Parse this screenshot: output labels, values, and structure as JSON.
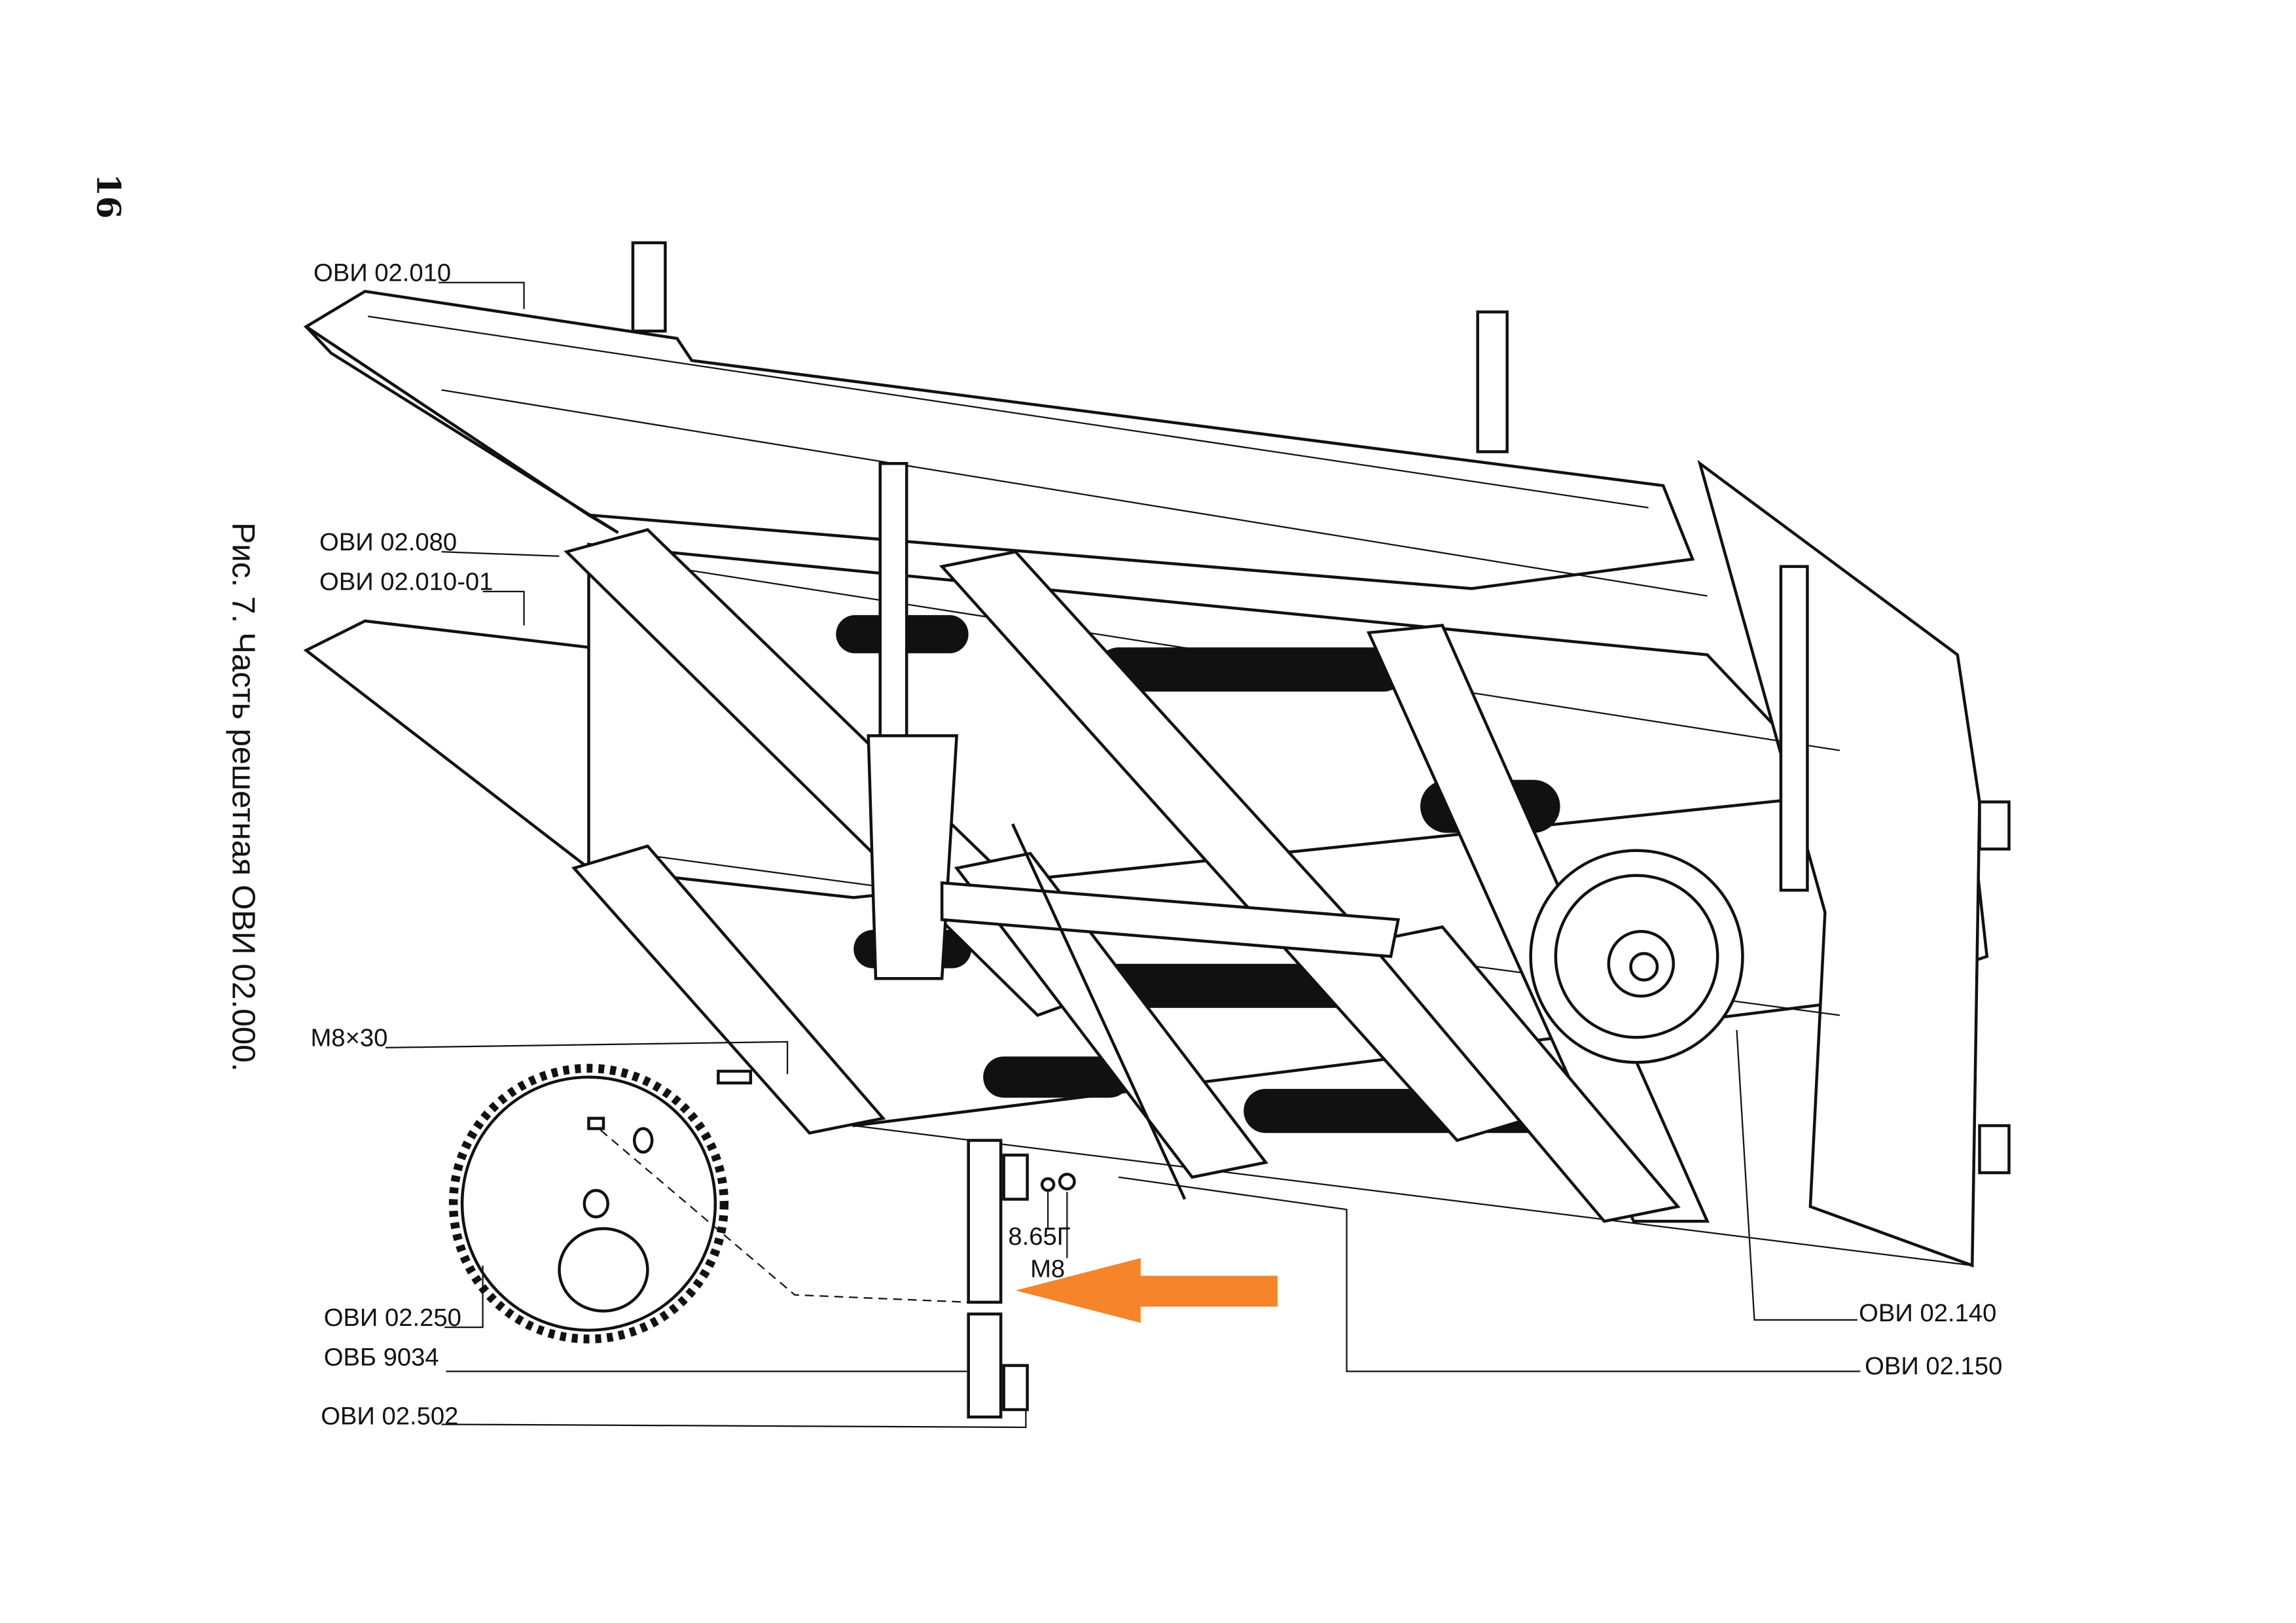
{
  "page_number": "16",
  "caption": "Рис. 7. Часть решетная ОВИ 02.000.",
  "labels": {
    "ovi_02_010": "ОВИ 02.010",
    "ovi_02_080": "ОВИ 02.080",
    "ovi_02_010_01": "ОВИ 02.010-01",
    "m8x30": "M8×30",
    "ovi_02_250": "ОВИ 02.250",
    "ovb_9034": "ОВБ 9034",
    "ovi_02_502": "ОВИ 02.502",
    "washer_865g": "8.65Г",
    "nut_m8": "M8",
    "ovi_02_140": "ОВИ 02.140",
    "ovi_02_150": "ОВИ 02.150"
  },
  "colors": {
    "arrow": "#f5842a",
    "ink": "#111111"
  }
}
